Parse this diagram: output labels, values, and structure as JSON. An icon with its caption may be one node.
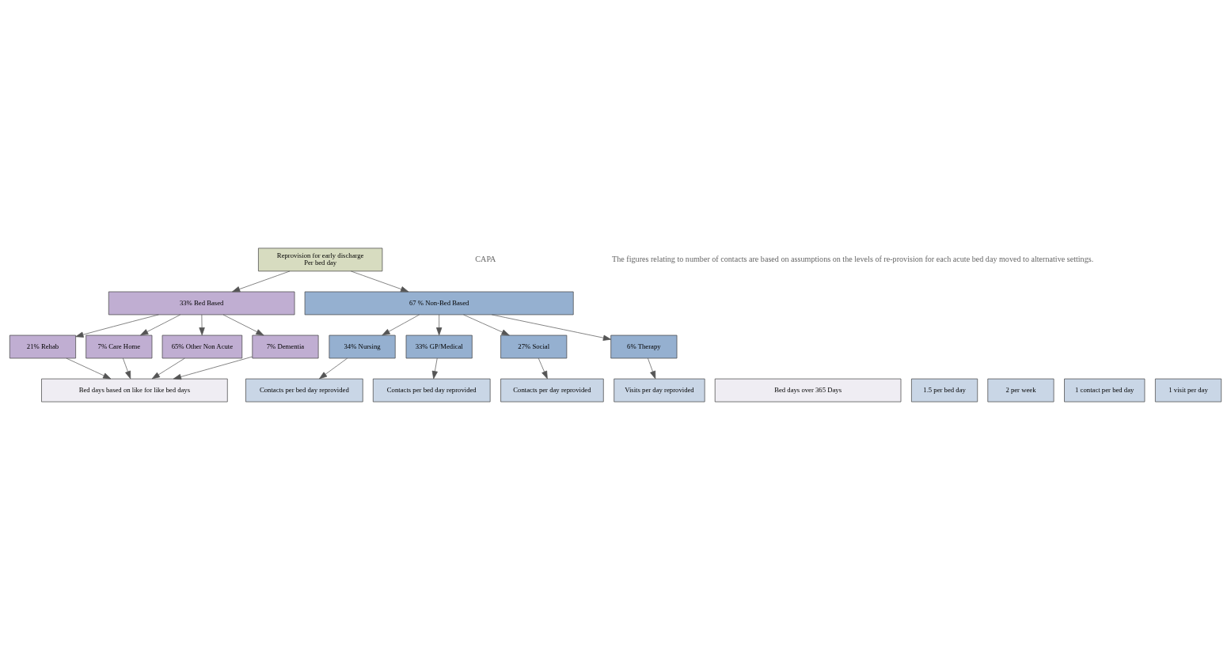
{
  "diagram": {
    "nodes": [
      {
        "text": [
          "Reprovision for early discharge",
          "Per bed day"
        ]
      },
      {
        "text": [
          "33% Bed Based"
        ]
      },
      {
        "text": [
          "67 % Non-Bed Based"
        ]
      },
      {
        "text": [
          "21% Rehab"
        ]
      },
      {
        "text": [
          "7% Care Home"
        ]
      },
      {
        "text": [
          "65% Other Non Acute"
        ]
      },
      {
        "text": [
          "7% Dementia"
        ]
      },
      {
        "text": [
          "34% Nursing"
        ]
      },
      {
        "text": [
          "33% GP/Medical"
        ]
      },
      {
        "text": [
          "27% Social"
        ]
      },
      {
        "text": [
          "6% Therapy"
        ]
      },
      {
        "text": [
          "Bed days based on like for like bed days"
        ]
      },
      {
        "text": [
          "Bed days over 365 Days"
        ]
      },
      {
        "text": [
          "Contacts per bed day reprovided"
        ]
      },
      {
        "text": [
          "1.5 per bed day"
        ]
      },
      {
        "text": [
          "Contacts per bed day reprovided"
        ]
      },
      {
        "text": [
          "2 per week"
        ]
      },
      {
        "text": [
          "Contacts per day reprovided"
        ]
      },
      {
        "text": [
          "1 contact per bed day"
        ]
      },
      {
        "text": [
          "Visits per day reprovided"
        ]
      },
      {
        "text": [
          "1 visit per day"
        ]
      }
    ],
    "edges": [
      {
        "from": 0,
        "to": 1,
        "arrow": "to"
      },
      {
        "from": 0,
        "to": 2,
        "arrow": "to"
      },
      {
        "from": 1,
        "to": 3,
        "arrow": "to"
      },
      {
        "from": 1,
        "to": 4,
        "arrow": "to"
      },
      {
        "from": 1,
        "to": 5,
        "arrow": "to"
      },
      {
        "from": 1,
        "to": 6,
        "arrow": "to"
      },
      {
        "from": 2,
        "to": 7,
        "arrow": "to"
      },
      {
        "from": 2,
        "to": 8,
        "arrow": "to"
      },
      {
        "from": 2,
        "to": 9,
        "arrow": "to"
      },
      {
        "from": 2,
        "to": 10,
        "arrow": "to"
      },
      {
        "from": 3,
        "to": 11,
        "arrow": "to"
      },
      {
        "from": 4,
        "to": 11,
        "arrow": "to"
      },
      {
        "from": 5,
        "to": 11,
        "arrow": "to"
      },
      {
        "from": 6,
        "to": 11,
        "arrow": "to"
      },
      {
        "from": 7,
        "to": 13,
        "arrow": "to"
      },
      {
        "from": 8,
        "to": 15,
        "arrow": "to"
      },
      {
        "from": 9,
        "to": 17,
        "arrow": "to"
      },
      {
        "from": 10,
        "to": 19,
        "arrow": "to"
      }
    ],
    "labels": [
      "CAPA",
      "The figures relating to number of contacts are based on assumptions on the levels of re-provision for each acute bed day moved to alternative settings."
    ]
  }
}
